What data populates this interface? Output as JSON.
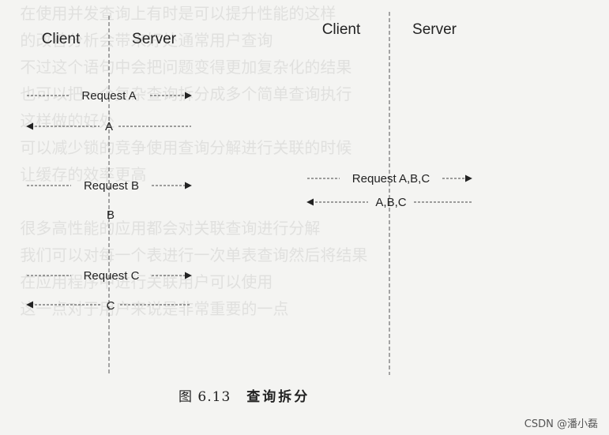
{
  "diagram": {
    "left": {
      "client_label": "Client",
      "server_label": "Server",
      "exchanges": [
        {
          "request": "Request A",
          "response": "A"
        },
        {
          "request": "Request B",
          "response": "B"
        },
        {
          "request": "Request C",
          "response": "C"
        }
      ]
    },
    "right": {
      "client_label": "Client",
      "server_label": "Server",
      "exchanges": [
        {
          "request": "Request A,B,C",
          "response": "A,B,C"
        }
      ]
    }
  },
  "caption": {
    "figure_number": "图 6.13",
    "title": "查询拆分"
  },
  "watermark": "CSDN @潘小磊"
}
